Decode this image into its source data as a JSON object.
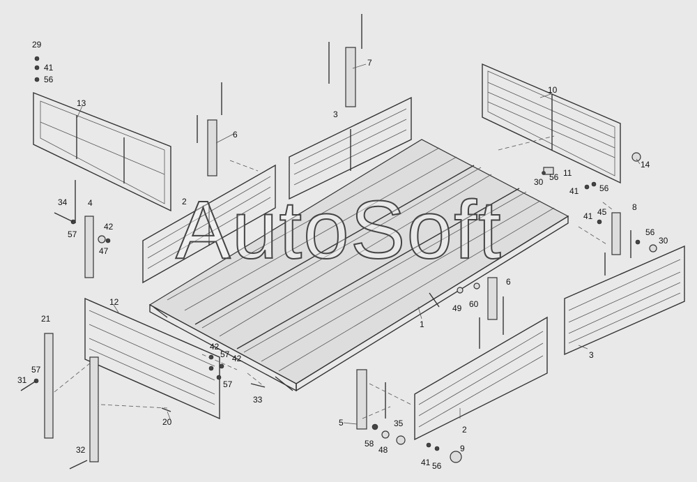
{
  "watermark": "AutoSoft",
  "callouts": [
    {
      "id": "c29",
      "text": "29"
    },
    {
      "id": "c41a",
      "text": "41"
    },
    {
      "id": "c56a",
      "text": "56"
    },
    {
      "id": "c13",
      "text": "13"
    },
    {
      "id": "c7",
      "text": "7"
    },
    {
      "id": "c3a",
      "text": "3"
    },
    {
      "id": "c6a",
      "text": "6"
    },
    {
      "id": "c10",
      "text": "10"
    },
    {
      "id": "c14",
      "text": "14"
    },
    {
      "id": "c30a",
      "text": "30"
    },
    {
      "id": "c56b",
      "text": "56"
    },
    {
      "id": "c11",
      "text": "11"
    },
    {
      "id": "c41b",
      "text": "41"
    },
    {
      "id": "c56c",
      "text": "56"
    },
    {
      "id": "c2a",
      "text": "2"
    },
    {
      "id": "c34",
      "text": "34"
    },
    {
      "id": "c4",
      "text": "4"
    },
    {
      "id": "c57a",
      "text": "57"
    },
    {
      "id": "c42a",
      "text": "42"
    },
    {
      "id": "c47",
      "text": "47"
    },
    {
      "id": "c41c",
      "text": "41"
    },
    {
      "id": "c45",
      "text": "45"
    },
    {
      "id": "c8",
      "text": "8"
    },
    {
      "id": "c56d",
      "text": "56"
    },
    {
      "id": "c30b",
      "text": "30"
    },
    {
      "id": "c12",
      "text": "12"
    },
    {
      "id": "c21",
      "text": "21"
    },
    {
      "id": "c49",
      "text": "49"
    },
    {
      "id": "c60",
      "text": "60"
    },
    {
      "id": "c6b",
      "text": "6"
    },
    {
      "id": "c1",
      "text": "1"
    },
    {
      "id": "c3b",
      "text": "3"
    },
    {
      "id": "c42b",
      "text": "42"
    },
    {
      "id": "c57b",
      "text": "57"
    },
    {
      "id": "c42c",
      "text": "42"
    },
    {
      "id": "c57c",
      "text": "57"
    },
    {
      "id": "c31",
      "text": "31"
    },
    {
      "id": "c57d",
      "text": "57"
    },
    {
      "id": "c33",
      "text": "33"
    },
    {
      "id": "c20",
      "text": "20"
    },
    {
      "id": "c5",
      "text": "5"
    },
    {
      "id": "c35",
      "text": "35"
    },
    {
      "id": "c58",
      "text": "58"
    },
    {
      "id": "c48",
      "text": "48"
    },
    {
      "id": "c2b",
      "text": "2"
    },
    {
      "id": "c9",
      "text": "9"
    },
    {
      "id": "c41d",
      "text": "41"
    },
    {
      "id": "c56e",
      "text": "56"
    },
    {
      "id": "c32",
      "text": "32"
    }
  ]
}
